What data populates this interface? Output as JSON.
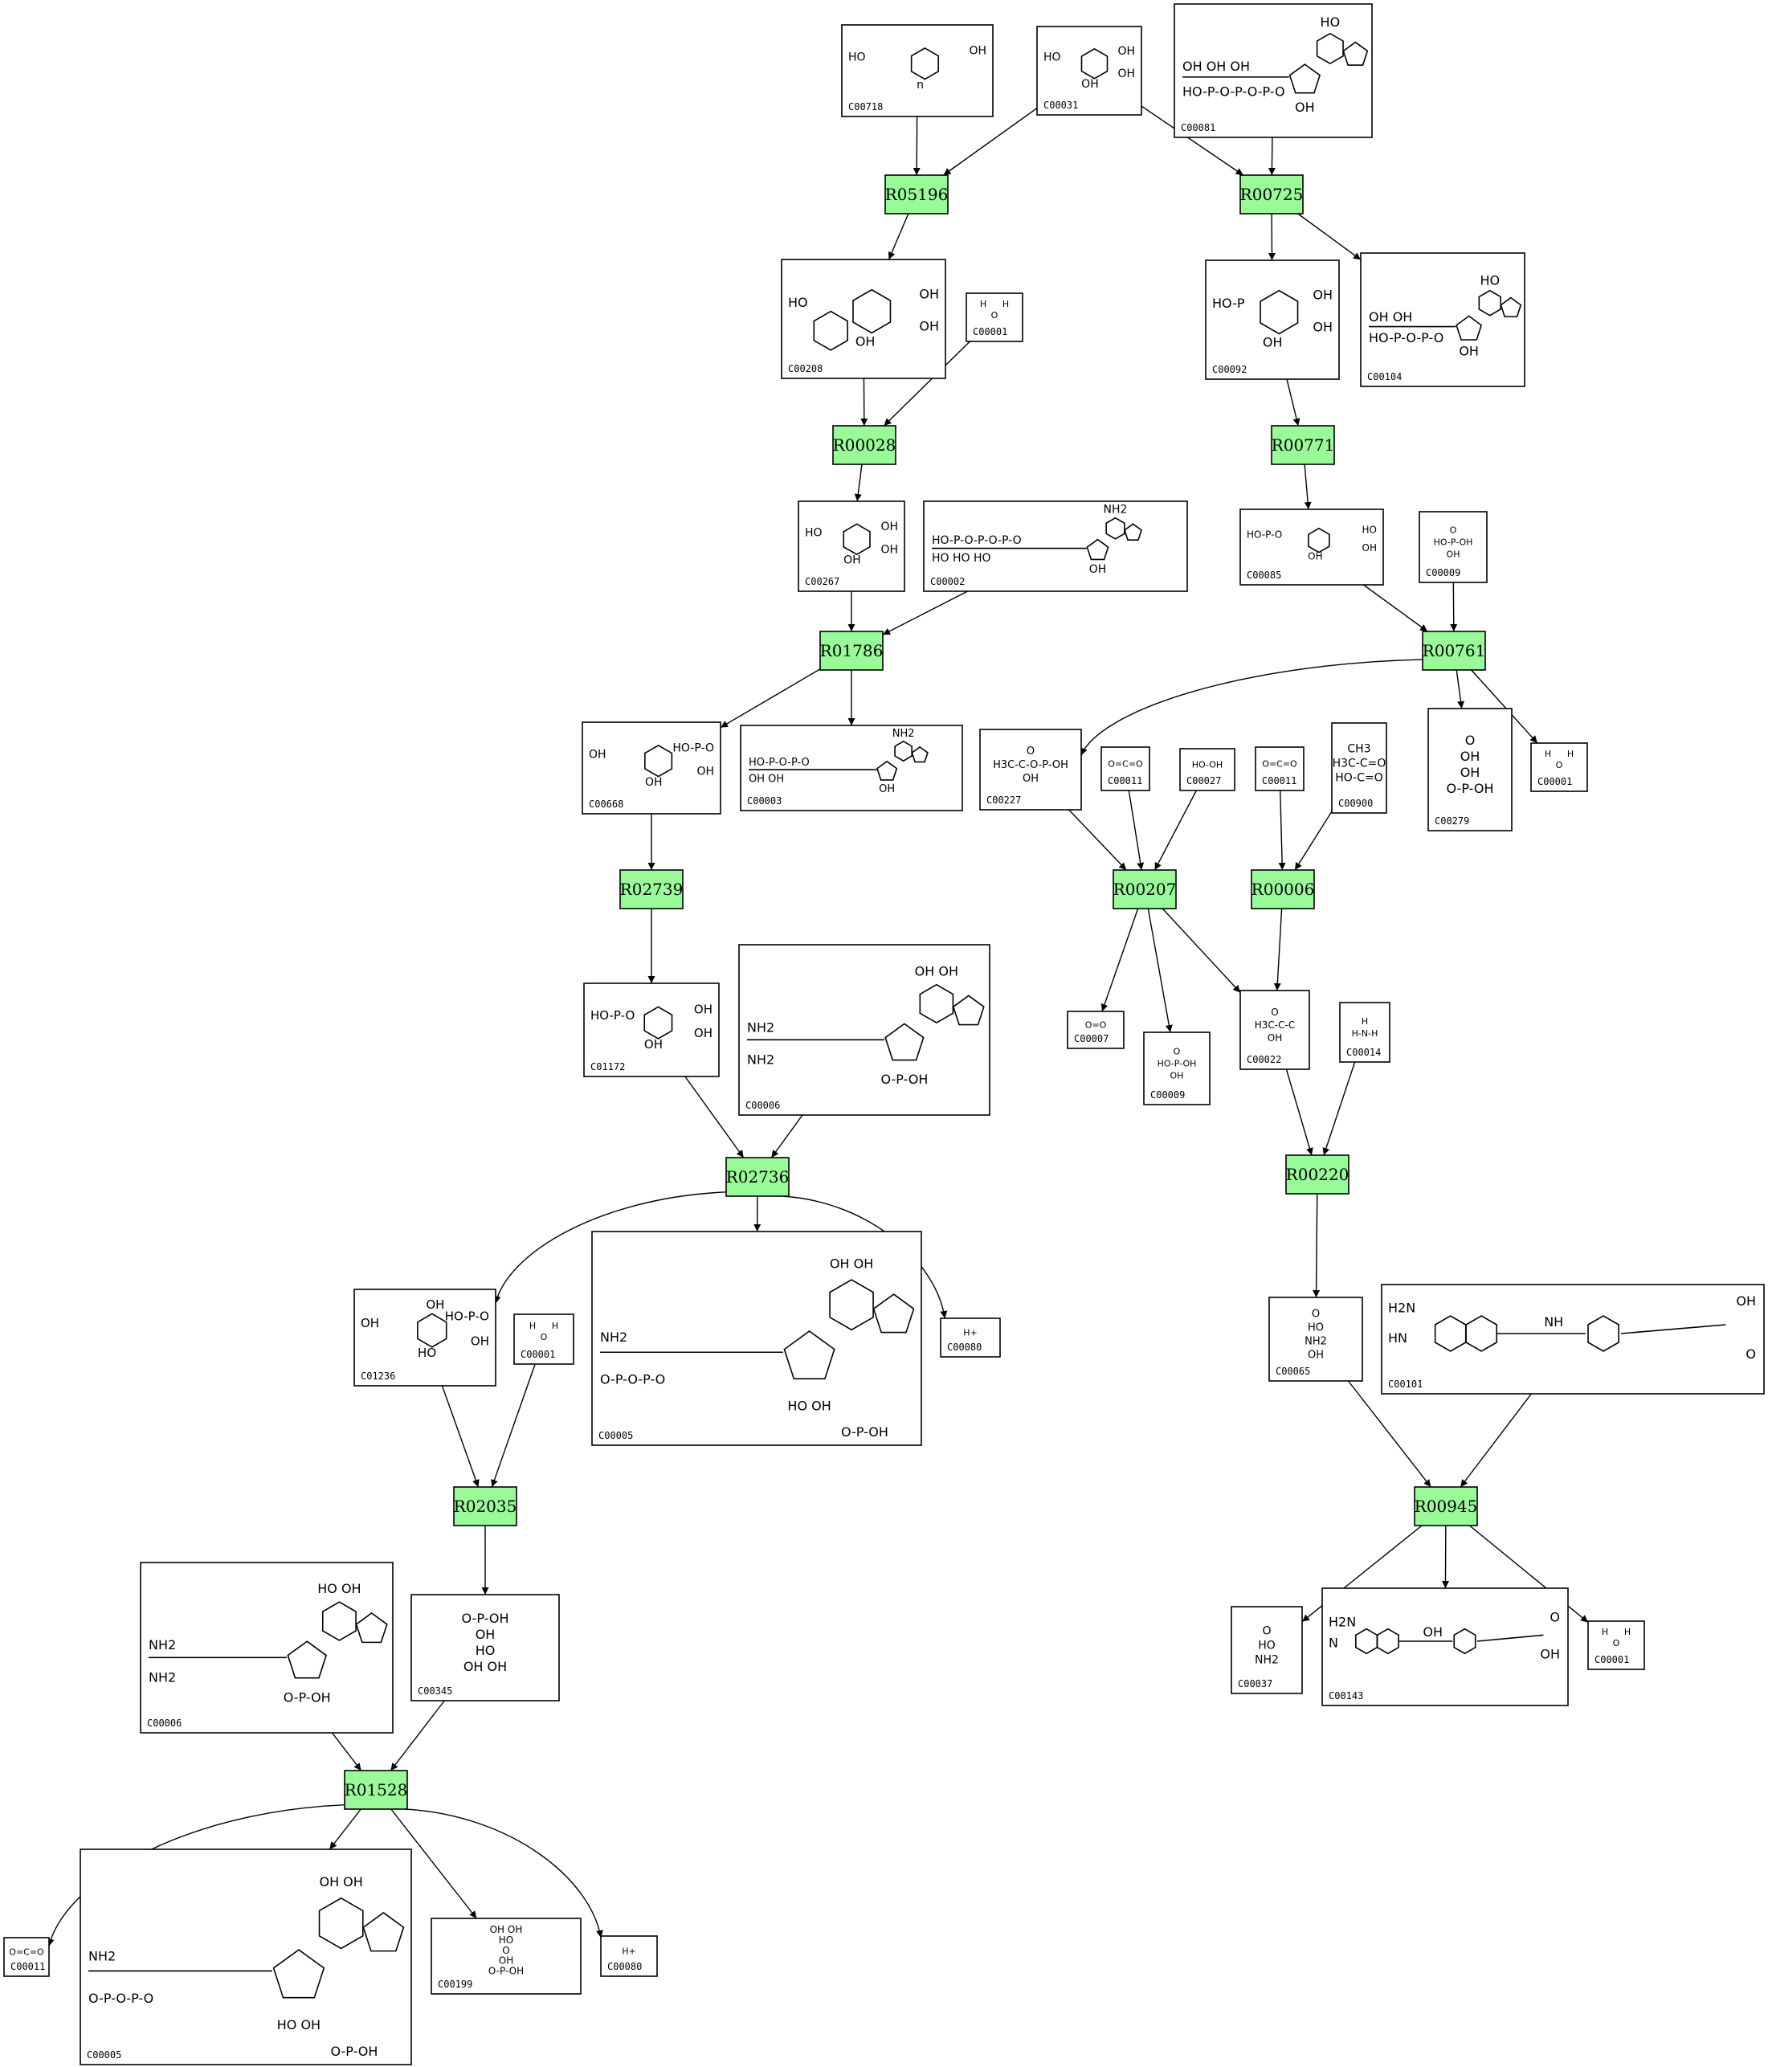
{
  "diagram": {
    "reactions": [
      {
        "id": "r05196",
        "label": "R05196"
      },
      {
        "id": "r00725",
        "label": "R00725"
      },
      {
        "id": "r00028",
        "label": "R00028"
      },
      {
        "id": "r00771",
        "label": "R00771"
      },
      {
        "id": "r01786",
        "label": "R01786"
      },
      {
        "id": "r00761",
        "label": "R00761"
      },
      {
        "id": "r02739",
        "label": "R02739"
      },
      {
        "id": "r00207",
        "label": "R00207"
      },
      {
        "id": "r00006",
        "label": "R00006"
      },
      {
        "id": "r02736",
        "label": "R02736"
      },
      {
        "id": "r00220",
        "label": "R00220"
      },
      {
        "id": "r02035",
        "label": "R02035"
      },
      {
        "id": "r00945",
        "label": "R00945"
      },
      {
        "id": "r01528",
        "label": "R01528"
      }
    ],
    "compounds": [
      {
        "id": "c00718",
        "label": "C00718",
        "struct": "ring",
        "text": [
          "HO",
          "OH",
          "n"
        ]
      },
      {
        "id": "c00031",
        "label": "C00031",
        "struct": "ring",
        "text": [
          "HO",
          "OH",
          "OH",
          "OH"
        ]
      },
      {
        "id": "c00081",
        "label": "C00081",
        "struct": "nucleotide",
        "text": [
          "OH OH OH",
          "HO-P-O-P-O-P-O",
          "HO",
          "OH"
        ]
      },
      {
        "id": "c00208",
        "label": "C00208",
        "struct": "ring2",
        "text": [
          "HO",
          "OH",
          "OH",
          "OH"
        ]
      },
      {
        "id": "c00001a",
        "label": "C00001",
        "struct": "water",
        "text": [
          "H",
          "O",
          "H"
        ]
      },
      {
        "id": "c00092",
        "label": "C00092",
        "struct": "ring",
        "text": [
          "HO-P",
          "OH",
          "OH",
          "OH"
        ]
      },
      {
        "id": "c00104",
        "label": "C00104",
        "struct": "nucleotide",
        "text": [
          "OH OH",
          "HO-P-O-P-O",
          "HO",
          "OH"
        ]
      },
      {
        "id": "c00267",
        "label": "C00267",
        "struct": "ring",
        "text": [
          "HO",
          "OH",
          "OH",
          "OH"
        ]
      },
      {
        "id": "c00002",
        "label": "C00002",
        "struct": "nucleotide",
        "text": [
          "HO-P-O-P-O-P-O",
          "HO HO HO",
          "NH2",
          "OH"
        ]
      },
      {
        "id": "c00085",
        "label": "C00085",
        "struct": "ring",
        "text": [
          "HO-P-O",
          "HO",
          "OH",
          "OH"
        ]
      },
      {
        "id": "c00009a",
        "label": "C00009",
        "struct": "text",
        "text": [
          "O",
          "HO-P-OH",
          "OH"
        ]
      },
      {
        "id": "c00668",
        "label": "C00668",
        "struct": "ring",
        "text": [
          "OH",
          "HO-P-O",
          "OH",
          "OH"
        ]
      },
      {
        "id": "c00003",
        "label": "C00003",
        "struct": "nucleotide",
        "text": [
          "HO-P-O-P-O",
          "OH OH",
          "NH2",
          "OH"
        ]
      },
      {
        "id": "c00227",
        "label": "C00227",
        "struct": "text",
        "text": [
          "O",
          "H3C-C-O-P-OH",
          "OH"
        ]
      },
      {
        "id": "c00011a",
        "label": "C00011",
        "struct": "text",
        "text": [
          "O=C=O"
        ]
      },
      {
        "id": "c00027",
        "label": "C00027",
        "struct": "text",
        "text": [
          "HO-OH"
        ]
      },
      {
        "id": "c00011b",
        "label": "C00011",
        "struct": "text",
        "text": [
          "O=C=O"
        ]
      },
      {
        "id": "c00900",
        "label": "C00900",
        "struct": "text",
        "text": [
          "CH3",
          "H3C-C=O",
          "HO-C=O"
        ]
      },
      {
        "id": "c00279",
        "label": "C00279",
        "struct": "text",
        "text": [
          "O",
          "OH",
          "OH",
          "O-P-OH"
        ]
      },
      {
        "id": "c00001b",
        "label": "C00001",
        "struct": "water",
        "text": [
          "H",
          "O",
          "H"
        ]
      },
      {
        "id": "c01172",
        "label": "C01172",
        "struct": "ring",
        "text": [
          "HO-P-O",
          "OH",
          "OH",
          "OH"
        ]
      },
      {
        "id": "c00006a",
        "label": "C00006",
        "struct": "nucleotide",
        "text": [
          "NH2",
          "NH2",
          "OH OH",
          "O-P-OH"
        ]
      },
      {
        "id": "c00007",
        "label": "C00007",
        "struct": "text",
        "text": [
          "O=O"
        ]
      },
      {
        "id": "c00009b",
        "label": "C00009",
        "struct": "text",
        "text": [
          "O",
          "HO-P-OH",
          "OH"
        ]
      },
      {
        "id": "c00022",
        "label": "C00022",
        "struct": "text",
        "text": [
          "O",
          "H3C-C-C",
          "OH"
        ]
      },
      {
        "id": "c00014",
        "label": "C00014",
        "struct": "text",
        "text": [
          "H",
          "H-N-H"
        ]
      },
      {
        "id": "c01236",
        "label": "C01236",
        "struct": "ring",
        "text": [
          "OH",
          "HO-P-O",
          "HO",
          "OH",
          "OH"
        ]
      },
      {
        "id": "c00001c",
        "label": "C00001",
        "struct": "water",
        "text": [
          "H",
          "O",
          "H"
        ]
      },
      {
        "id": "c00005a",
        "label": "C00005",
        "struct": "nucleotide",
        "text": [
          "NH2",
          "O-P-O-P-O",
          "OH OH",
          "HO OH",
          "O-P-OH"
        ]
      },
      {
        "id": "c00080a",
        "label": "C00080",
        "struct": "text",
        "text": [
          "H+"
        ]
      },
      {
        "id": "c00065",
        "label": "C00065",
        "struct": "text",
        "text": [
          "O",
          "HO",
          "NH2",
          "OH"
        ]
      },
      {
        "id": "c00101",
        "label": "C00101",
        "struct": "pteridine",
        "text": [
          "H2N",
          "HN",
          "NH",
          "OH",
          "O"
        ]
      },
      {
        "id": "c00006b",
        "label": "C00006",
        "struct": "nucleotide",
        "text": [
          "NH2",
          "NH2",
          "HO OH",
          "O-P-OH"
        ]
      },
      {
        "id": "c00345",
        "label": "C00345",
        "struct": "text",
        "text": [
          "O-P-OH",
          "OH",
          "HO",
          "OH OH"
        ]
      },
      {
        "id": "c00037",
        "label": "C00037",
        "struct": "text",
        "text": [
          "O",
          "HO",
          "NH2"
        ]
      },
      {
        "id": "c00143",
        "label": "C00143",
        "struct": "pteridine",
        "text": [
          "H2N",
          "N",
          "OH",
          "O",
          "OH"
        ]
      },
      {
        "id": "c00001d",
        "label": "C00001",
        "struct": "water",
        "text": [
          "H",
          "O",
          "H"
        ]
      },
      {
        "id": "c00011c",
        "label": "C00011",
        "struct": "text",
        "text": [
          "O=C=O"
        ]
      },
      {
        "id": "c00005b",
        "label": "C00005",
        "struct": "nucleotide",
        "text": [
          "NH2",
          "O-P-O-P-O",
          "OH OH",
          "HO OH",
          "O-P-OH"
        ]
      },
      {
        "id": "c00199",
        "label": "C00199",
        "struct": "text",
        "text": [
          "OH OH",
          "HO",
          "O",
          "OH",
          "O-P-OH"
        ]
      },
      {
        "id": "c00080b",
        "label": "C00080",
        "struct": "text",
        "text": [
          "H+"
        ]
      }
    ],
    "edges": [
      [
        "c00718",
        "r05196"
      ],
      [
        "c00031",
        "r05196"
      ],
      [
        "c00031",
        "r00725"
      ],
      [
        "c00081",
        "r00725"
      ],
      [
        "r05196",
        "c00208"
      ],
      [
        "r00725",
        "c00092"
      ],
      [
        "r00725",
        "c00104"
      ],
      [
        "c00208",
        "r00028"
      ],
      [
        "c00001a",
        "r00028"
      ],
      [
        "c00092",
        "r00771"
      ],
      [
        "r00028",
        "c00267"
      ],
      [
        "r00771",
        "c00085"
      ],
      [
        "c00267",
        "r01786"
      ],
      [
        "c00002",
        "r01786"
      ],
      [
        "c00085",
        "r00761"
      ],
      [
        "c00009a",
        "r00761"
      ],
      [
        "r01786",
        "c00668"
      ],
      [
        "r01786",
        "c00003"
      ],
      [
        "r00761",
        "c00227"
      ],
      [
        "r00761",
        "c00279"
      ],
      [
        "r00761",
        "c00001b"
      ],
      [
        "c00668",
        "r02739"
      ],
      [
        "c00227",
        "r00207"
      ],
      [
        "c00011a",
        "r00207"
      ],
      [
        "c00027",
        "r00207"
      ],
      [
        "c00011b",
        "r00006"
      ],
      [
        "c00900",
        "r00006"
      ],
      [
        "r02739",
        "c01172"
      ],
      [
        "r00207",
        "c00007"
      ],
      [
        "r00207",
        "c00009b"
      ],
      [
        "r00207",
        "c00022"
      ],
      [
        "r00006",
        "c00022"
      ],
      [
        "c01172",
        "r02736"
      ],
      [
        "c00006a",
        "r02736"
      ],
      [
        "c00022",
        "r00220"
      ],
      [
        "c00014",
        "r00220"
      ],
      [
        "r02736",
        "c01236"
      ],
      [
        "r02736",
        "c00005a"
      ],
      [
        "r02736",
        "c00080a"
      ],
      [
        "r00220",
        "c00065"
      ],
      [
        "c01236",
        "r02035"
      ],
      [
        "c00001c",
        "r02035"
      ],
      [
        "c00065",
        "r00945"
      ],
      [
        "c00101",
        "r00945"
      ],
      [
        "r02035",
        "c00345"
      ],
      [
        "r00945",
        "c00037"
      ],
      [
        "r00945",
        "c00143"
      ],
      [
        "r00945",
        "c00001d"
      ],
      [
        "c00006b",
        "r01528"
      ],
      [
        "c00345",
        "r01528"
      ],
      [
        "r01528",
        "c00011c"
      ],
      [
        "r01528",
        "c00005b"
      ],
      [
        "r01528",
        "c00199"
      ],
      [
        "r01528",
        "c00080b"
      ]
    ]
  }
}
